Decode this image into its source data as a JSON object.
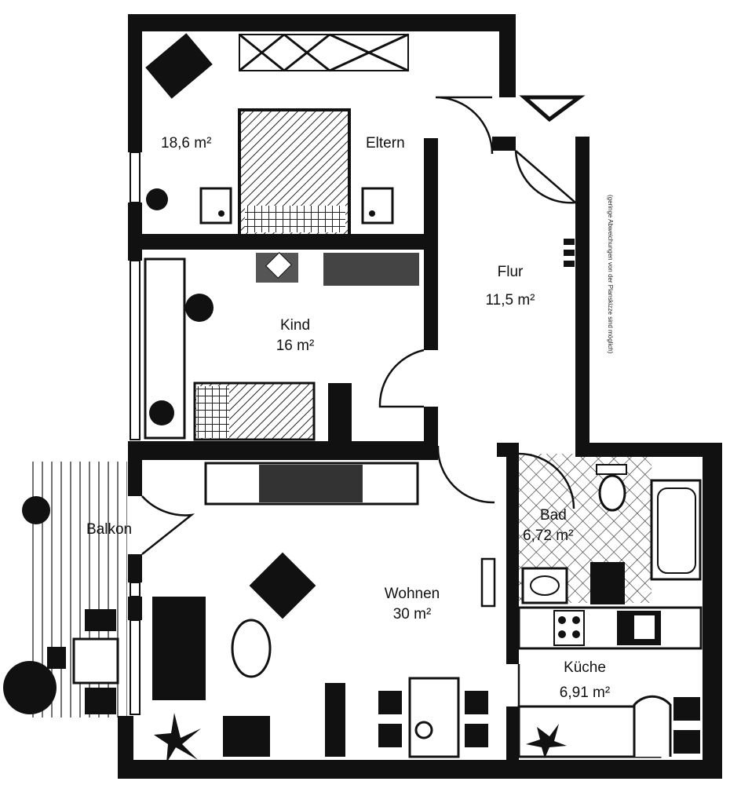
{
  "rooms": {
    "eltern": {
      "name": "Eltern",
      "area": "18,6 m²"
    },
    "kind": {
      "name": "Kind",
      "area": "16 m²"
    },
    "flur": {
      "name": "Flur",
      "area": "11,5 m²"
    },
    "balkon": {
      "name": "Balkon"
    },
    "bad": {
      "name": "Bad",
      "area": "6,72 m²"
    },
    "wohnen": {
      "name": "Wohnen",
      "area": "30 m²"
    },
    "kueche": {
      "name": "Küche",
      "area": "6,91 m²"
    }
  },
  "note": "(geringe Abweichungen von der Planskizze sind möglich)",
  "colors": {
    "wall": "#111111",
    "paper": "#ffffff"
  },
  "icons": [
    "entrance-arrow-icon",
    "plant-icon",
    "bed-icon",
    "bathtub-icon",
    "toilet-icon",
    "sink-icon",
    "stove-icon"
  ]
}
